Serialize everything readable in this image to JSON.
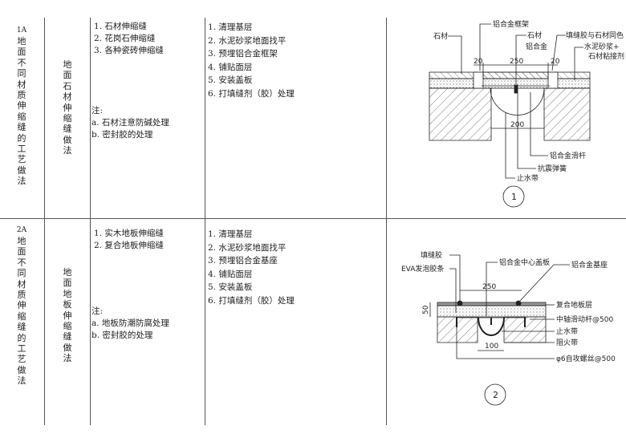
{
  "rows": [
    {
      "code": "1A",
      "title": "地面不同材质伸缩缝的工艺做法",
      "subtitle": "地面石材伸缩缝做法",
      "types": [
        "1. 石材伸缩缝",
        "2. 花岗石伸缩缝",
        "3. 各种瓷砖伸缩缝"
      ],
      "note_label": "注:",
      "notes": [
        "a. 石材注意防碱处理",
        "b. 密封胶的处理"
      ],
      "steps": [
        "1. 清理基层",
        "2. 水泥砂浆地面找平",
        "3. 预埋铝合金框架",
        "4. 铺贴面层",
        "5. 安装盖板",
        "6. 打填缝剂（胶）处理"
      ]
    },
    {
      "code": "2A",
      "title": "地面不同材质伸缩缝的工艺做法",
      "subtitle": "地面地板伸缩缝做法",
      "types": [
        "1. 实木地板伸缩缝",
        "2. 复合地板伸缩缝"
      ],
      "note_label": "注:",
      "notes": [
        "a. 地板防潮防腐处理",
        "b. 密封胶的处理"
      ],
      "steps": [
        "1. 清理基层",
        "2. 水泥砂浆地面找平",
        "3. 预埋铝合金基座",
        "4. 铺贴面层",
        "5. 安装盖板",
        "6. 打填缝剂（胶）处理"
      ]
    }
  ],
  "detail1": {
    "labels": {
      "stone_left": "石材",
      "al_frame": "铝合金框架",
      "stone_mid": "石材",
      "al_mid": "铝合金",
      "sealant": "填缝胶与石材同色",
      "mortar": "水泥砂浆+",
      "adhesive": "石材粘接剂",
      "slide_bar": "铝合金滑杆",
      "spring": "抗震弹簧",
      "waterstop": "止水带"
    },
    "dims": {
      "left": "20",
      "width": "250",
      "right": "20",
      "trench": "200"
    },
    "number": "1"
  },
  "detail2": {
    "labels": {
      "sealant": "填缝胶",
      "eva": "EVA发泡胶条",
      "cover": "铝合金中心盖板",
      "base": "铝合金基座",
      "floor": "复合地板层",
      "axis_bar": "中轴滑动杆@500",
      "waterstop": "止水带",
      "firestop": "阻火带",
      "screw": "φ6自攻螺丝@500"
    },
    "dims": {
      "width": "250",
      "height": "50",
      "trench": "100"
    },
    "number": "2"
  }
}
